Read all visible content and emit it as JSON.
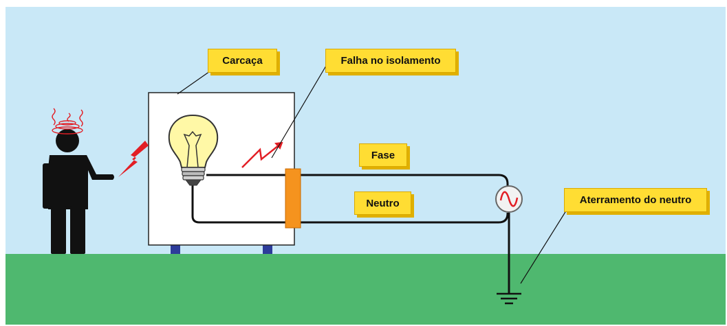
{
  "labels": {
    "carcaca": "Carcaça",
    "falha": "Falha no isolamento",
    "fase": "Fase",
    "neutro": "Neutro",
    "aterramento": "Aterramento do neutro"
  },
  "colors": {
    "sky": "#c9e8f7",
    "ground": "#4fb86f",
    "label_bg": "#ffdd33",
    "housing": "#ffffff",
    "terminal": "#f5931e",
    "feet": "#2d3c9a",
    "shock": "#e21e25",
    "person": "#111111"
  }
}
